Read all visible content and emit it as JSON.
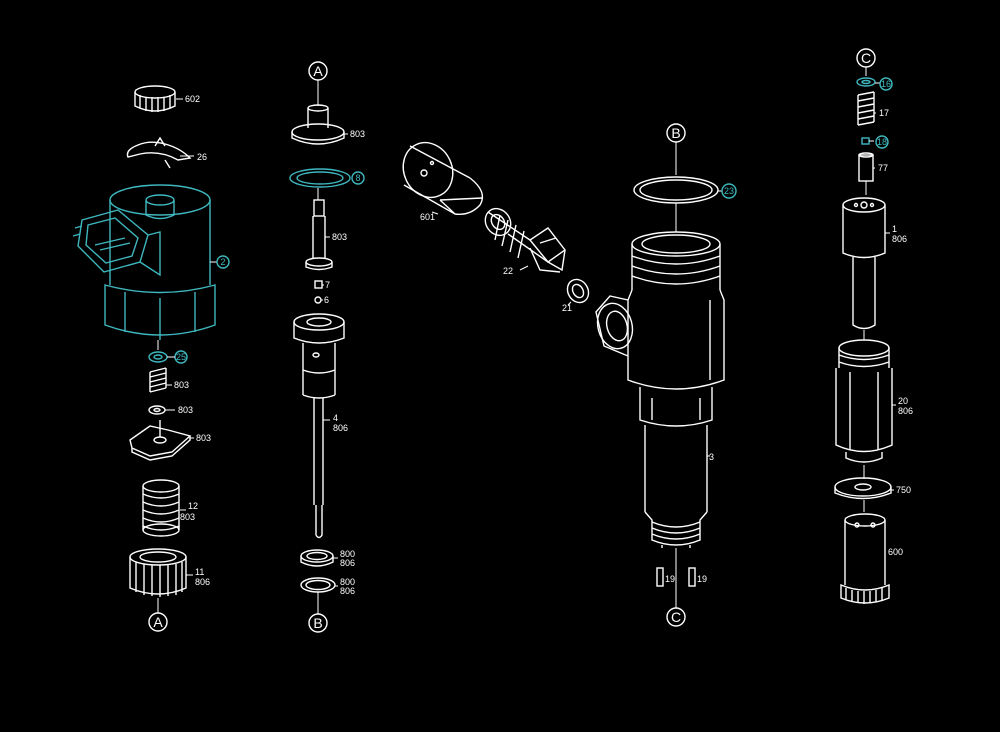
{
  "colors": {
    "background": "#000000",
    "line": "#ffffff",
    "highlight": "#3fb7bf"
  },
  "refs": {
    "a": "A",
    "b": "B",
    "c": "C"
  },
  "col1": {
    "p602": "602",
    "p26": "26",
    "p2": "2",
    "p25": "25",
    "p803a": "803",
    "p803b": "803",
    "p803c": "803",
    "p12": "12",
    "p12b": "803",
    "p11": "11",
    "p11b": "806"
  },
  "col2": {
    "p803top": "803",
    "p8": "8",
    "p803mid": "803",
    "p7": "7",
    "p6": "6",
    "p4": "4",
    "p4b": "806",
    "p800a": "800",
    "p800a2": "806",
    "p800b": "800",
    "p800b2": "806"
  },
  "col3": {
    "p601": "601",
    "p22": "22",
    "p21": "21",
    "p23": "23",
    "p3": "3",
    "p19a": "19",
    "p19b": "19"
  },
  "col4": {
    "p16": "16",
    "p17": "17",
    "p18": "18",
    "p77": "77",
    "p1": "1",
    "p1b": "806",
    "p20": "20",
    "p20b": "806",
    "p750": "750",
    "p600": "600"
  }
}
